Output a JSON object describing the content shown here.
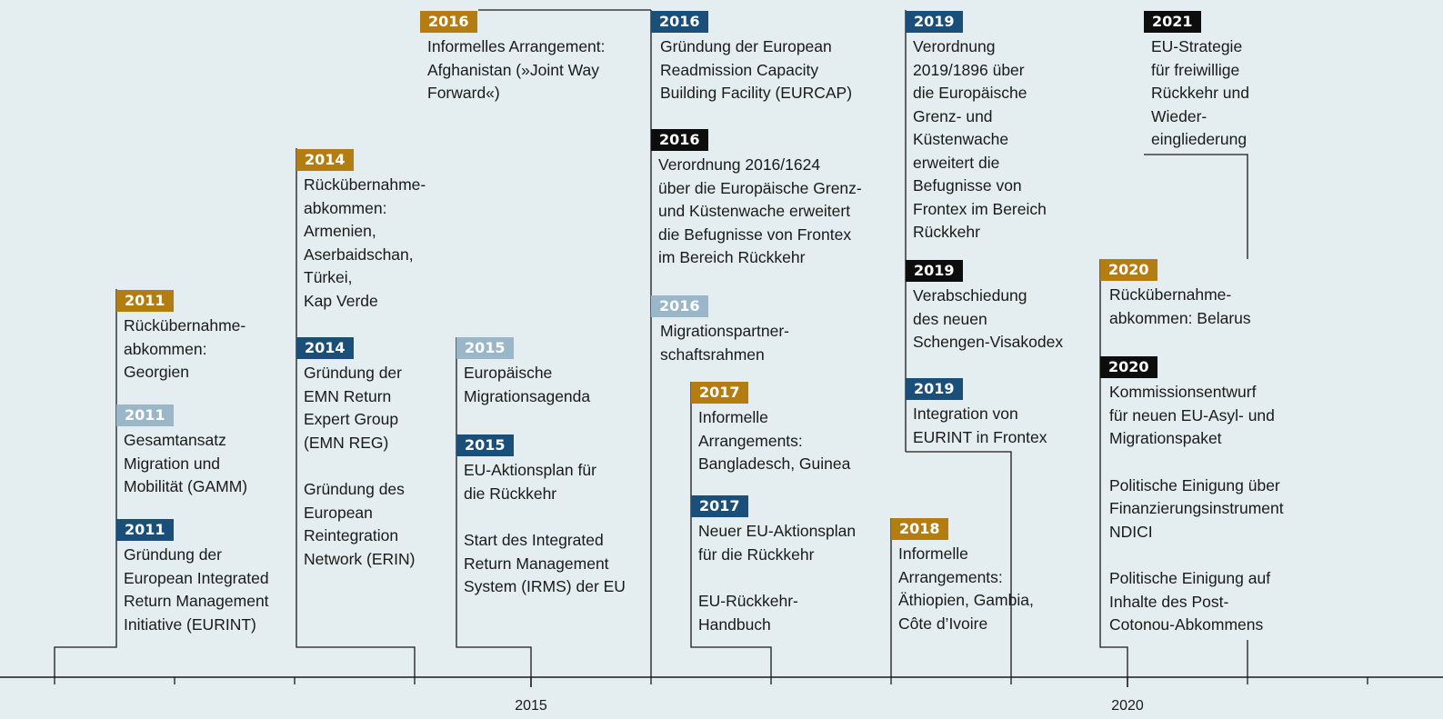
{
  "axis": {
    "labels": [
      "2015",
      "2020"
    ]
  },
  "events": [
    {
      "year": "2011",
      "color": "gold",
      "lines": [
        "Rückübernahme-",
        "abkommen:",
        "Georgien"
      ]
    },
    {
      "year": "2011",
      "color": "light",
      "lines": [
        "Gesamtansatz",
        "Migration und",
        "Mobilität (GAMM)"
      ]
    },
    {
      "year": "2011",
      "color": "navy",
      "lines": [
        "Gründung der",
        "European Integrated",
        "Return Management",
        "Initiative (EURINT)"
      ]
    },
    {
      "year": "2014",
      "color": "gold",
      "lines": [
        "Rückübernahme-",
        "abkommen:",
        "Armenien,",
        "Aserbaidschan,",
        "Türkei,",
        "Kap Verde"
      ]
    },
    {
      "year": "2014",
      "color": "navy",
      "lines": [
        "Gründung der",
        "EMN Return",
        "Expert Group",
        "(EMN REG)"
      ],
      "extra": [
        "Gründung des",
        "European",
        "Reintegration",
        "Network (ERIN)"
      ]
    },
    {
      "year": "2016",
      "color": "gold",
      "lines": [
        "Informelles Arrangement:",
        "Afghanistan (»Joint Way",
        "Forward«)"
      ]
    },
    {
      "year": "2015",
      "color": "light",
      "lines": [
        "Europäische",
        "Migrationsagenda"
      ]
    },
    {
      "year": "2015",
      "color": "navy",
      "lines": [
        "EU-Aktionsplan für",
        "die Rückkehr"
      ],
      "extra": [
        "Start des Integrated",
        "Return Management",
        "System (IRMS) der EU"
      ]
    },
    {
      "year": "2016",
      "color": "navy",
      "lines": [
        "Gründung der European",
        "Readmission Capacity",
        "Building Facility (EURCAP)"
      ]
    },
    {
      "year": "2016",
      "color": "black",
      "lines": [
        "Verordnung 2016/1624",
        "über die Europäische Grenz-",
        "und Küstenwache erweitert",
        "die Befugnisse von Frontex",
        "im Bereich Rückkehr"
      ]
    },
    {
      "year": "2016",
      "color": "light",
      "lines": [
        "Migrationspartner-",
        "schaftsrahmen"
      ]
    },
    {
      "year": "2017",
      "color": "gold",
      "lines": [
        "Informelle",
        "Arrangements:",
        "Bangladesch, Guinea"
      ]
    },
    {
      "year": "2017",
      "color": "navy",
      "lines": [
        "Neuer EU-Aktionsplan",
        "für die Rückkehr"
      ],
      "extra": [
        "EU-Rückkehr-",
        "Handbuch"
      ]
    },
    {
      "year": "2019",
      "color": "navy",
      "lines": [
        "Verordnung",
        "2019/1896 über",
        "die Europäische",
        "Grenz- und",
        "Küstenwache",
        "erweitert die",
        "Befugnisse von",
        "Frontex im Bereich",
        "Rückkehr"
      ]
    },
    {
      "year": "2019",
      "color": "black",
      "lines": [
        "Verabschiedung",
        "des neuen",
        "Schengen-Visakodex"
      ]
    },
    {
      "year": "2019",
      "color": "navy",
      "lines": [
        "Integration von",
        "EURINT in Frontex"
      ]
    },
    {
      "year": "2018",
      "color": "gold",
      "lines": [
        "Informelle",
        "Arrangements:",
        "Äthiopien, Gambia,",
        "Côte d’Ivoire"
      ]
    },
    {
      "year": "2021",
      "color": "black",
      "lines": [
        "EU-Strategie",
        "für freiwillige",
        "Rückkehr und",
        "Wieder-",
        "eingliederung"
      ]
    },
    {
      "year": "2020",
      "color": "gold",
      "lines": [
        "Rückübernahme-",
        "abkommen: Belarus"
      ]
    },
    {
      "year": "2020",
      "color": "black",
      "lines": [
        "Kommissionsentwurf",
        "für neuen EU-Asyl- und",
        "Migrationspaket"
      ],
      "extra": [
        "Politische Einigung über",
        "Finanzierungsinstrument",
        "NDICI"
      ],
      "extra2": [
        "Politische Einigung auf",
        "Inhalte des Post-",
        "Cotonou-Abkommens"
      ]
    }
  ]
}
